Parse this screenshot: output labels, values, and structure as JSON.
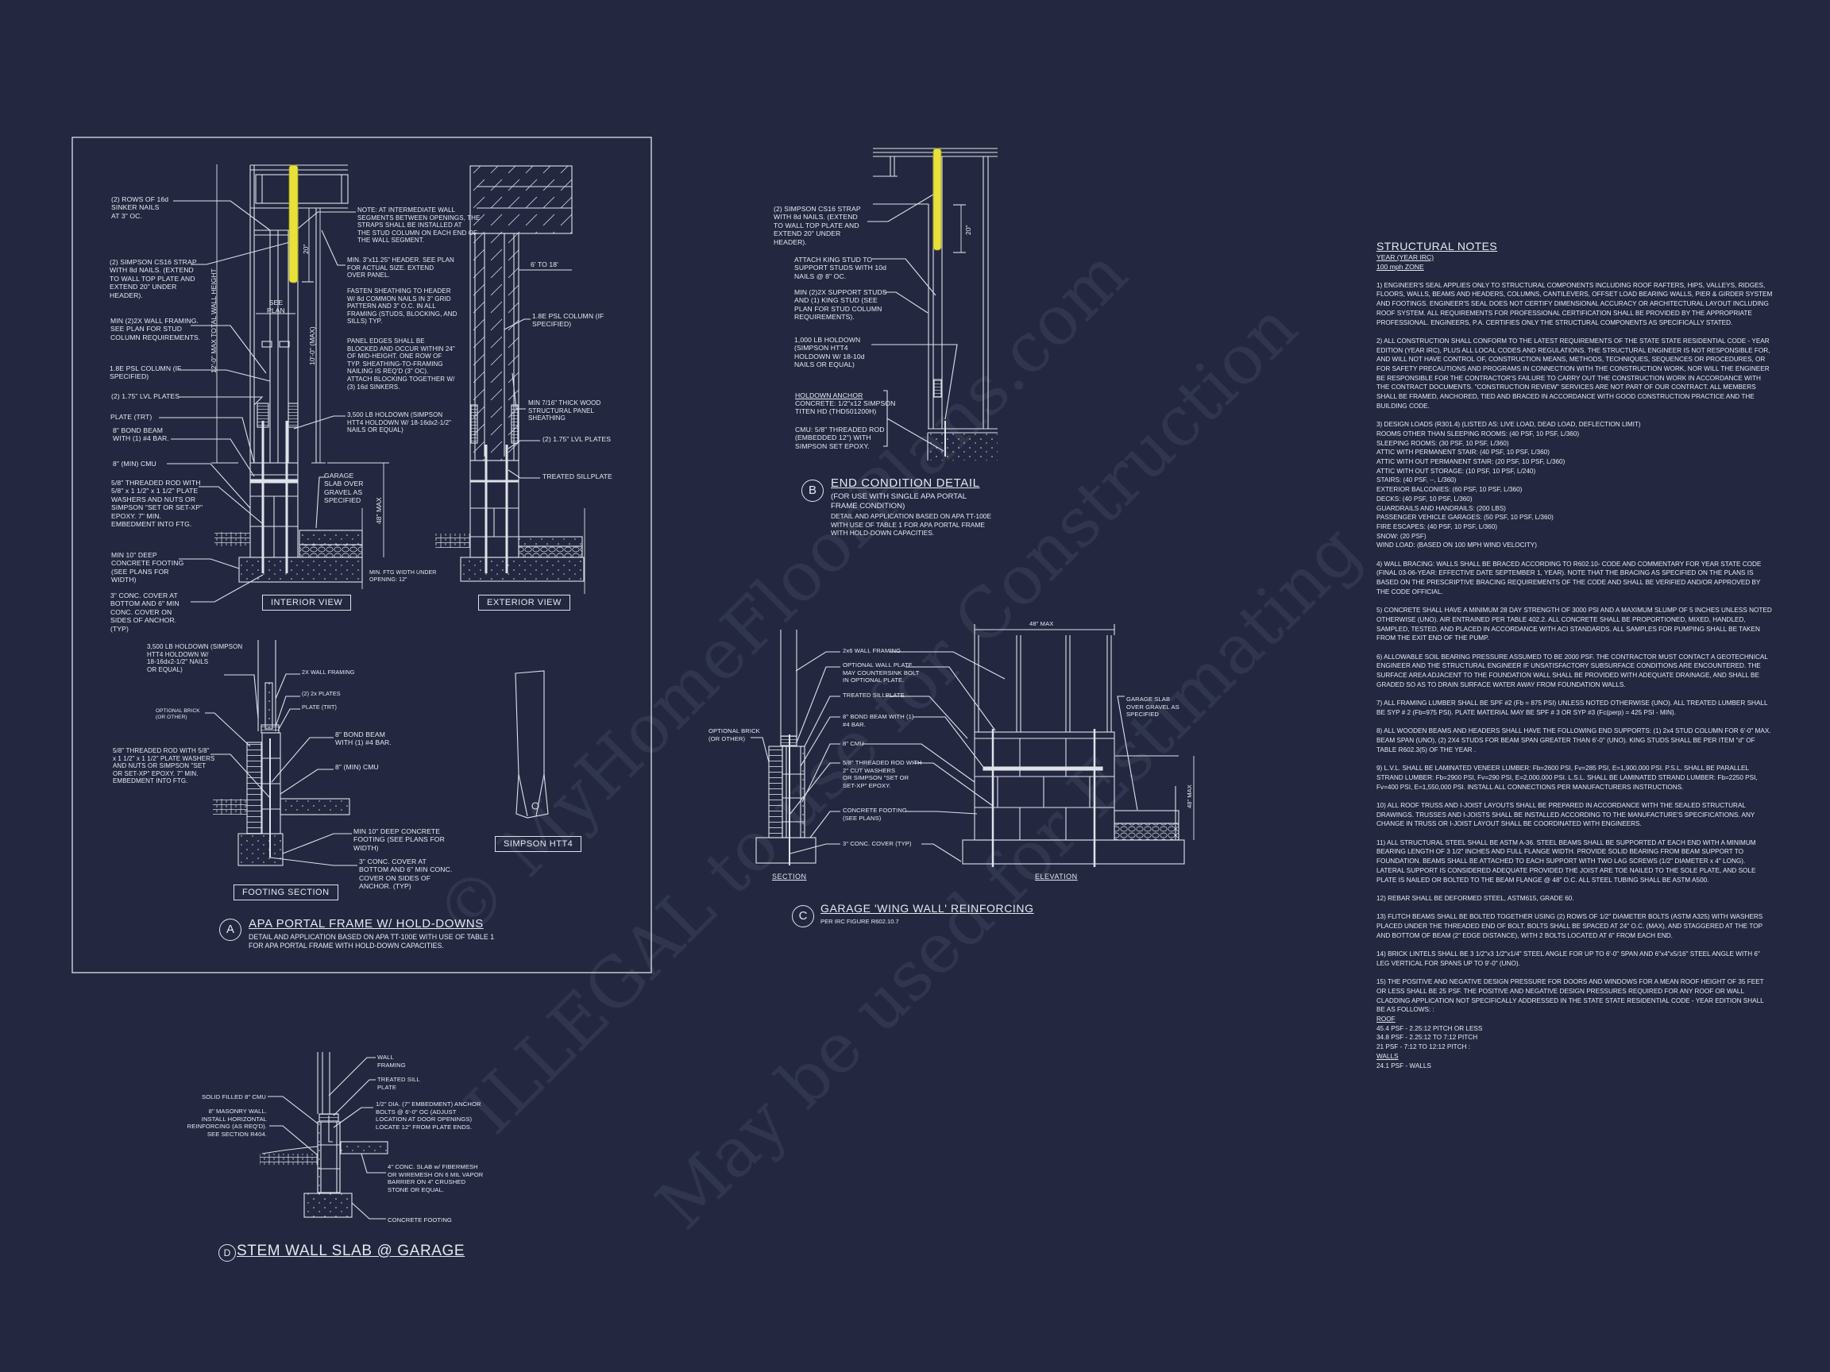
{
  "watermark": {
    "line1": "© MyHomeFloorPlans.com",
    "line2": "ILLEGAL to use for Construction",
    "line3": "May be used for Estimating"
  },
  "colors": {
    "background": "#232840",
    "linework": "#dfe2ea",
    "strap": "#e8e13a"
  },
  "detail_a": {
    "marker": "A",
    "title": "APA PORTAL FRAME W/ HOLD-DOWNS",
    "subtitle": "DETAIL AND APPLICATION BASED ON APA TT-100E WITH USE OF TABLE 1\nFOR APA PORTAL FRAME WITH HOLD-DOWN CAPACITIES.",
    "interior": {
      "caption": "INTERIOR VIEW",
      "labels": [
        "(2) ROWS OF 16d\nSINKER NAILS\nAT 3\" OC.",
        "(2) SIMPSON CS16 STRAP\nWITH 8d NAILS. (EXTEND\nTO WALL TOP PLATE AND\nEXTEND 20\" UNDER\nHEADER).",
        "MIN (2)2X WALL FRAMING.\nSEE PLAN FOR STUD\nCOLUMN REQUIREMENTS.",
        "1.8E PSL COLUMN (IF\nSPECIFIED)",
        "(2) 1.75\" LVL PLATES",
        "PLATE (TRT)",
        "8\" BOND BEAM\nWITH (1) #4 BAR.",
        "8\" (MIN) CMU",
        "5/8\" THREADED ROD WITH\n5/8\" x 1 1/2\" x 1 1/2\" PLATE\nWASHERS AND NUTS OR\nSIMPSON \"SET OR SET-XP\"\nEPOXY.  7\" MIN.\nEMBEDMENT INTO FTG.",
        "MIN 10\" DEEP\nCONCRETE FOOTING\n(SEE PLANS FOR\nWIDTH)",
        "3\" CONC. COVER AT\nBOTTOM AND 6\" MIN\nCONC. COVER ON\nSIDES OF ANCHOR.\n(TYP)",
        "NOTE: AT INTERMEDIATE WALL\nSEGMENTS BETWEEN OPENINGS, THE\nSTRAPS SHALL BE INSTALLED AT\nTHE STUD COLUMN ON EACH END OF\nTHE WALL SEGMENT.",
        "MIN. 3\"x11.25\" HEADER. SEE PLAN\nFOR ACTUAL SIZE. EXTEND\nOVER PANEL.",
        "FASTEN SHEATHING TO HEADER\nW/ 8d COMMON NAILS IN 3\" GRID\nPATTERN AND 3\" O.C. IN ALL\nFRAMING (STUDS, BLOCKING, AND\nSILLS) TYP.",
        "PANEL EDGES SHALL BE\nBLOCKED AND OCCUR WITHIN 24\"\nOF MID-HEIGHT.  ONE ROW OF\nTYP. SHEATHING-TO-FRAMING\nNAILING IS REQ'D (3\" OC).\nATTACH BLOCKING TOGETHER W/\n(3) 16d SINKERS.",
        "3,500 LB HOLDOWN (SIMPSON\nHTT4 HOLDOWN W/ 18-16dx2-1/2\"\nNAILS OR EQUAL)",
        "GARAGE\nSLAB OVER\nGRAVEL AS\nSPECIFIED",
        "MIN. FTG WIDTH UNDER\nOPENING: 12\""
      ],
      "dims": {
        "total_height": "12'-0\" MAX TOTAL WALL HEIGHT",
        "max_height": "10'-0\" (MAX)",
        "strap_ext": "20\"",
        "see_plan": "SEE\nPLAN",
        "stem_max": "48\" MAX"
      }
    },
    "exterior": {
      "caption": "EXTERIOR VIEW",
      "labels": [
        "6' TO 18'",
        "1.8E PSL COLUMN (IF\nSPECIFIED)",
        "MIN 7/16\" THICK WOOD\nSTRUCTURAL PANEL\nSHEATHING",
        "(2) 1.75\" LVL PLATES",
        "TREATED SILLPLATE"
      ]
    },
    "footing_section": {
      "caption": "FOOTING SECTION",
      "labels": [
        "3,500 LB HOLDOWN (SIMPSON\nHTT4 HOLDOWN W/\n18-16dx2-1/2\" NAILS\nOR EQUAL)",
        "2X WALL FRAMING",
        "(2) 2x PLATES",
        "PLATE (TRT)",
        "OPTIONAL BRICK\n(OR OTHER)",
        "8\" BOND BEAM\nWITH (1) #4 BAR.",
        "5/8\" THREADED ROD WITH 5/8\"\nx 1 1/2\" x 1 1/2\" PLATE WASHERS\nAND NUTS OR SIMPSON \"SET\nOR SET-XP\" EPOXY.  7\" MIN.\nEMBEDMENT INTO FTG.",
        "8\" (MIN) CMU",
        "MIN 10\" DEEP CONCRETE\nFOOTING (SEE PLANS FOR\nWIDTH)",
        "3\" CONC. COVER AT\nBOTTOM AND 6\" MIN CONC.\nCOVER ON SIDES OF\nANCHOR. (TYP)"
      ]
    },
    "htt4_caption": "SIMPSON HTT4"
  },
  "detail_b": {
    "marker": "B",
    "title": "END CONDITION DETAIL",
    "subtitle1": "(FOR USE WITH SINGLE APA PORTAL\nFRAME CONDITION)",
    "subtitle2": "DETAIL AND APPLICATION BASED ON APA TT-100E\nWITH USE OF TABLE 1 FOR APA PORTAL FRAME\nWITH HOLD-DOWN CAPACITIES.",
    "labels": [
      "(2) SIMPSON CS16 STRAP\nWITH 8d NAILS. (EXTEND\nTO WALL TOP PLATE AND\nEXTEND 20\" UNDER\nHEADER).",
      "ATTACH KING STUD TO\nSUPPORT STUDS WITH 10d\nNAILS @ 8\" OC.",
      "MIN (2)2X SUPPORT STUDS\nAND (1) KING STUD (SEE\nPLAN FOR STUD COLUMN\nREQUIREMENTS).",
      "1,000 LB HOLDOWN\n(SIMPSON HTT4\nHOLDOWN W/ 18-10d\nNAILS OR EQUAL)",
      "CONCRETE: 1/2\"x12 SIMPSON\nTITEN HD (THD501200H)",
      "CMU: 5/8\" THREADED ROD\n(EMBEDDED 12\") WITH\nSIMPSON SET EPOXY."
    ],
    "anchor_heading": "HOLDOWN ANCHOR",
    "dim": "20\""
  },
  "detail_c": {
    "marker": "C",
    "title": "GARAGE 'WING WALL' REINFORCING",
    "subtitle": "PER IRC FIGURE R602.10.7",
    "section_caption": "SECTION",
    "elevation_caption": "ELEVATION",
    "labels": [
      "2x6 WALL FRAMING",
      "OPTIONAL WALL PLATE.\nMAY COUNTERSINK BOLT\nIN OPTIONAL PLATE.",
      "TREATED SILLPLATE",
      "8\" BOND BEAM WITH (1)\n#4 BAR.",
      "8\" CMU",
      "5/8\" THREADED ROD WITH\n2\" CUT WASHERS\nOR SIMPSON \"SET OR\nSET-XP\" EPOXY.",
      "CONCRETE FOOTING\n(SEE PLANS)",
      "3\" CONC. COVER (TYP)",
      "OPTIONAL BRICK\n(OR OTHER)",
      "GARAGE SLAB\nOVER GRAVEL AS\nSPECIFIED"
    ],
    "dim_width": "48\" MAX",
    "dim_height": "48\" MAX"
  },
  "detail_d": {
    "marker": "D",
    "title": "STEM WALL SLAB @ GARAGE",
    "labels": [
      "WALL\nFRAMING",
      "TREATED SILL\nPLATE",
      "1/2\" DIA. (7\" EMBEDMENT) ANCHOR\nBOLTS @ 6'-0\" OC (ADJUST\nLOCATION AT DOOR OPENINGS)\nLOCATE 12\" FROM PLATE ENDS.",
      "SOLID FILLED 8\" CMU",
      "8\" MASONRY WALL.\nINSTALL HORIZONTAL\nREINFORCING (AS REQ'D).\nSEE SECTION R404.",
      "4\" CONC. SLAB w/ FIBERMESH\nOR WIREMESH ON 6 MIL VAPOR\nBARRIER ON 4\" CRUSHED\nSTONE OR EQUAL.",
      "CONCRETE FOOTING"
    ]
  },
  "notes": {
    "title": "STRUCTURAL NOTES",
    "code_year": "YEAR (YEAR IRC)",
    "wind_zone": "100 mph ZONE",
    "paragraphs": [
      "1) ENGINEER'S SEAL APPLIES ONLY TO STRUCTURAL COMPONENTS INCLUDING ROOF RAFTERS, HIPS, VALLEYS, RIDGES, FLOORS, WALLS, BEAMS AND HEADERS, COLUMNS, CANTILEVERS, OFFSET LOAD BEARING WALLS, PIER & GIRDER SYSTEM AND FOOTINGS. ENGINEER'S SEAL DOES NOT CERTIFY DIMENSIONAL ACCURACY OR ARCHITECTURAL LAYOUT INCLUDING ROOF SYSTEM. ALL REQUIREMENTS FOR PROFESSIONAL CERTIFICATION SHALL BE PROVIDED BY THE APPROPRIATE PROFESSIONAL.  ENGINEERS, P.A. CERTIFIES ONLY THE STRUCTURAL COMPONENTS AS SPECIFICALLY STATED.",
      "2) ALL CONSTRUCTION SHALL CONFORM TO THE LATEST REQUIREMENTS OF THE STATE STATE RESIDENTIAL CODE - YEAR EDITION (YEAR IRC), PLUS ALL LOCAL CODES AND REGULATIONS. THE STRUCTURAL ENGINEER IS NOT RESPONSIBLE FOR, AND WILL NOT HAVE CONTROL OF, CONSTRUCTION MEANS, METHODS, TECHNIQUES, SEQUENCES OR PROCEDURES, OR FOR SAFETY PRECAUTIONS AND PROGRAMS IN CONNECTION WITH THE CONSTRUCTION WORK, NOR WILL THE ENGINEER BE RESPONSIBLE FOR THE CONTRACTOR'S FAILURE TO CARRY OUT THE CONSTRUCTION WORK IN ACCORDANCE WITH THE CONTRACT DOCUMENTS. \"CONSTRUCTION REVIEW\" SERVICES ARE NOT PART OF OUR CONTRACT. ALL MEMBERS SHALL BE FRAMED, ANCHORED, TIED AND BRACED IN ACCORDANCE WITH GOOD CONSTRUCTION PRACTICE AND THE BUILDING CODE.",
      "3) DESIGN LOADS (R301.4) (LISTED AS: LIVE LOAD, DEAD LOAD, DEFLECTION LIMIT)",
      "4) WALL BRACING: WALLS SHALL BE BRACED ACCORDING TO R602.10- CODE AND COMMENTARY FOR YEAR STATE CODE (FINAL 03-06-YEAR: EFFECTIVE DATE SEPTEMBER 1, YEAR). NOTE THAT THE BRACING AS SPECIFIED ON THE PLANS IS BASED ON THE PRESCRIPTIVE BRACING REQUIREMENTS OF THE CODE AND SHALL BE VERIFIED AND/OR APPROVED BY THE CODE OFFICIAL.",
      "5) CONCRETE SHALL HAVE A MINIMUM 28 DAY STRENGTH OF 3000 PSI AND A MAXIMUM SLUMP OF 5 INCHES UNLESS NOTED OTHERWISE (UNO). AIR ENTRAINED PER TABLE 402.2. ALL CONCRETE SHALL BE PROPORTIONED, MIXED, HANDLED, SAMPLED, TESTED, AND PLACED IN ACCORDANCE WITH ACI STANDARDS. ALL SAMPLES FOR PUMPING SHALL BE TAKEN FROM THE EXIT END OF THE PUMP.",
      "6) ALLOWABLE SOIL BEARING PRESSURE ASSUMED TO BE 2000 PSF. THE CONTRACTOR MUST CONTACT A GEOTECHNICAL ENGINEER AND THE STRUCTURAL ENGINEER IF UNSATISFACTORY SUBSURFACE CONDITIONS ARE ENCOUNTERED. THE SURFACE AREA ADJACENT TO THE FOUNDATION WALL SHALL BE PROVIDED WITH ADEQUATE DRAINAGE, AND SHALL BE GRADED SO AS TO DRAIN SURFACE WATER AWAY FROM FOUNDATION WALLS.",
      "7) ALL FRAMING LUMBER SHALL BE SPF #2 (Fb = 875 PSI) UNLESS NOTED OTHERWISE (UNO). ALL TREATED LUMBER SHALL BE SYP # 2 (Fb=975 PSI). PLATE MATERIAL MAY BE SPF # 3 OR SYP #3 (Fc(perp) = 425 PSI - MIN).",
      "8) ALL WOODEN BEAMS AND HEADERS SHALL HAVE THE FOLLOWING END SUPPORTS: (1) 2x4 STUD COLUMN FOR 6'-0\" MAX. BEAM SPAN (UNO), (2) 2X4 STUDS FOR BEAM SPAN GREATER THAN 6'-0\" (UNO).  KING STUDS SHALL BE PER ITEM \"d\" OF TABLE R602.3(5) OF THE YEAR .",
      "9) L.V.L.  SHALL BE LAMINATED VENEER LUMBER: Fb=2600 PSI, Fv=285 PSI, E=1,900,000 PSI. P.S.L. SHALL BE PARALLEL STRAND LUMBER: Fb=2900 PSI, Fv=290 PSI, E=2,000,000 PSI. L.S.L.  SHALL BE LAMINATED STRAND LUMBER: Fb=2250 PSI, Fv=400 PSI, E=1,550,000 PSI. INSTALL ALL CONNECTIONS PER MANUFACTURERS INSTRUCTIONS.",
      "10) ALL ROOF TRUSS AND I-JOIST LAYOUTS SHALL BE PREPARED IN ACCORDANCE WITH THE SEALED STRUCTURAL DRAWINGS. TRUSSES AND I-JOISTS SHALL BE INSTALLED ACCORDING TO THE MANUFACTURE'S SPECIFICATIONS. ANY CHANGE IN TRUSS OR I-JOIST LAYOUT SHALL BE COORDINATED WITH  ENGINEERS.",
      "11) ALL STRUCTURAL STEEL SHALL BE ASTM A-36. STEEL BEAMS SHALL BE SUPPORTED AT EACH END WITH A MINIMUM BEARING LENGTH OF 3 1/2\" INCHES AND FULL FLANGE WIDTH. PROVIDE SOLID BEARING FROM BEAM SUPPORT TO FOUNDATION.  BEAMS SHALL BE ATTACHED TO EACH SUPPORT WITH TWO LAG SCREWS (1/2\" DIAMETER x 4\" LONG). LATERAL SUPPORT IS CONSIDERED ADEQUATE PROVIDED THE JOIST ARE TOE NAILED TO THE SOLE PLATE, AND SOLE PLATE IS NAILED OR BOLTED TO THE BEAM FLANGE @ 48\" O.C. ALL STEEL TUBING SHALL BE ASTM A500.",
      "12) REBAR SHALL BE DEFORMED STEEL, ASTM615, GRADE 60.",
      "13) FLITCH BEAMS SHALL BE BOLTED TOGETHER USING (2) ROWS OF 1/2\" DIAMETER BOLTS (ASTM A325) WITH WASHERS PLACED UNDER THE THREADED END OF BOLT. BOLTS SHALL BE SPACED AT 24\" O.C. (MAX), AND STAGGERED AT THE TOP AND BOTTOM OF BEAM (2\" EDGE DISTANCE), WITH 2 BOLTS LOCATED AT 6\" FROM EACH END.",
      "14) BRICK LINTELS SHALL BE 3 1/2\"x3 1/2\"x1/4\" STEEL ANGLE FOR UP TO 6'-0\" SPAN AND 6\"x4\"x5/16\" STEEL ANGLE WITH 6\" LEG VERTICAL FOR SPANS UP TO 9'-0\" (UNO).",
      "15) THE POSITIVE AND NEGATIVE DESIGN PRESSURE FOR DOORS AND WINDOWS FOR A MEAN ROOF HEIGHT OF 35 FEET OR LESS SHALL BE 25 PSF. THE POSITIVE AND NEGATIVE DESIGN PRESSURES REQUIRED FOR ANY ROOF OR WALL CLADDING APPLICATION NOT SPECIFICALLY ADDRESSED IN THE STATE STATE RESIDENTIAL CODE - YEAR EDITION SHALL BE AS FOLLOWS: :"
    ],
    "design_loads": [
      "ROOMS OTHER THAN SLEEPING ROOMS: (40 PSF, 10 PSF, L/360)",
      "SLEEPING ROOMS: (30 PSF, 10 PSF, L/360)",
      "ATTIC WITH PERMANENT STAIR: (40 PSF, 10 PSF, L/360)",
      "ATTIC WITH OUT PERMANENT STAIR: (20 PSF, 10 PSF, L/360)",
      "ATTIC WITH OUT STORAGE: (10 PSF, 10 PSF, L/240)",
      "STAIRS: (40 PSF, --, L/360)",
      "EXTERIOR BALCONIES: (60 PSF, 10 PSF, L/360)",
      "DECKS: (40 PSF, 10 PSF, L/360)",
      "GUARDRAILS AND HANDRAILS: (200 LBS)",
      "PASSENGER VEHICLE GARAGES: (50 PSF, 10 PSF, L/360)",
      "FIRE ESCAPES: (40 PSF, 10 PSF, L/360)",
      "SNOW: (20 PSF)",
      "WIND LOAD: (BASED ON 100 MPH WIND VELOCITY)"
    ],
    "roof_heading": "ROOF",
    "roof_lines": [
      "45.4 PSF - 2.25:12 PITCH OR LESS",
      "34.8 PSF - 2.25:12 TO 7:12 PITCH",
      "21 PSF - 7:12 TO 12:12 PITCH :"
    ],
    "walls_heading": "WALLS",
    "walls_lines": [
      "24.1 PSF - WALLS"
    ]
  }
}
